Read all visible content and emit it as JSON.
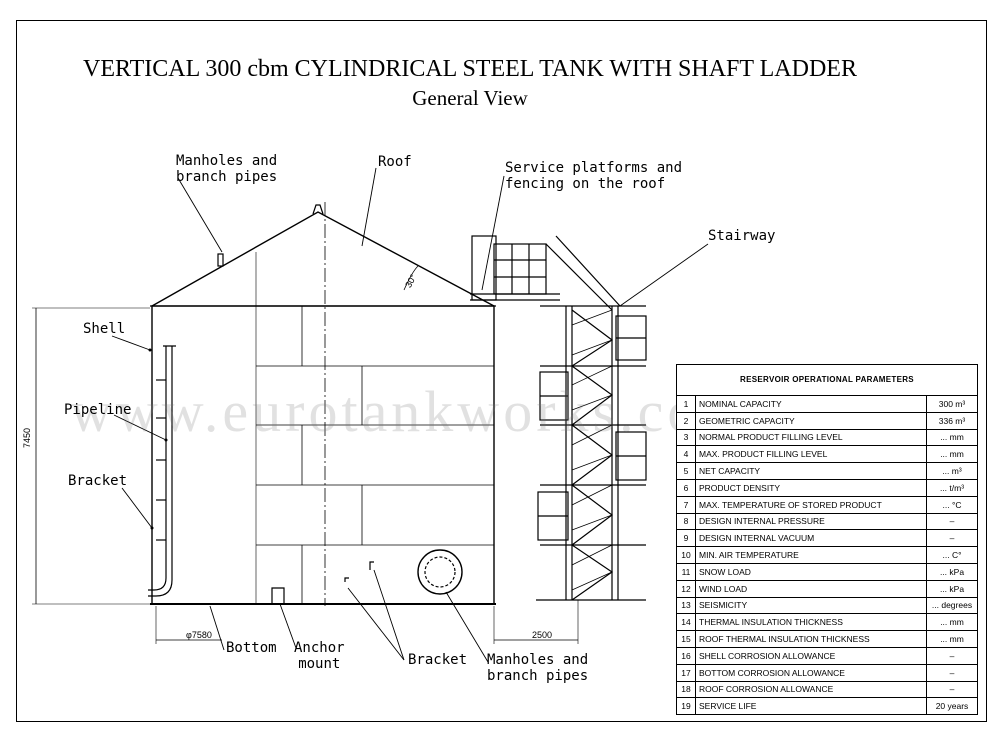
{
  "title": {
    "main": "VERTICAL 300 cbm CYLINDRICAL STEEL TANK WITH SHAFT  LADDER",
    "sub": "General View"
  },
  "watermark": "www.eurotankworks.com",
  "labels": {
    "manholes_top": "Manholes and\nbranch pipes",
    "roof": "Roof",
    "platforms": "Service platforms and\nfencing on the roof",
    "stairway": "Stairway",
    "shell": "Shell",
    "pipeline": "Pipeline",
    "bracket_left": "Bracket",
    "bottom": "Bottom",
    "anchor": "Anchor\nmount",
    "bracket_bottom": "Bracket",
    "manholes_bottom": "Manholes and\nbranch pipes"
  },
  "dimensions": {
    "height": "7450",
    "diameter": "φ7580",
    "stair_offset": "2500",
    "roof_angle": "30°"
  },
  "parameters_table": {
    "title": "RESERVOIR OPERATIONAL PARAMETERS",
    "rows": [
      {
        "n": "1",
        "name": "NOMINAL CAPACITY",
        "value": "300 m³"
      },
      {
        "n": "2",
        "name": "GEOMETRIC CAPACITY",
        "value": "336 m³"
      },
      {
        "n": "3",
        "name": "NORMAL PRODUCT FILLING LEVEL",
        "value": "... mm"
      },
      {
        "n": "4",
        "name": "MAX. PRODUCT FILLING LEVEL",
        "value": "... mm"
      },
      {
        "n": "5",
        "name": "NET CAPACITY",
        "value": "... m³"
      },
      {
        "n": "6",
        "name": "PRODUCT DENSITY",
        "value": "... t/m³"
      },
      {
        "n": "7",
        "name": "MAX. TEMPERATURE OF STORED PRODUCT",
        "value": "... °C"
      },
      {
        "n": "8",
        "name": "DESIGN INTERNAL PRESSURE",
        "value": "–"
      },
      {
        "n": "9",
        "name": " DESIGN INTERNAL VACUUM",
        "value": "–"
      },
      {
        "n": "10",
        "name": "MIN. AIR TEMPERATURE",
        "value": "... C°"
      },
      {
        "n": "11",
        "name": "SNOW LOAD",
        "value": "... kPa"
      },
      {
        "n": "12",
        "name": "WIND LOAD",
        "value": "... kPa"
      },
      {
        "n": "13",
        "name": "SEISMICITY",
        "value": "... degrees"
      },
      {
        "n": "14",
        "name": "THERMAL INSULATION THICKNESS",
        "value": "... mm"
      },
      {
        "n": "15",
        "name": "ROOF THERMAL INSULATION THICKNESS",
        "value": "... mm"
      },
      {
        "n": "16",
        "name": "SHELL CORROSION ALLOWANCE",
        "value": "–"
      },
      {
        "n": "17",
        "name": " BOTTOM CORROSION ALLOWANCE",
        "value": "–"
      },
      {
        "n": "18",
        "name": "ROOF CORROSION ALLOWANCE",
        "value": "–"
      },
      {
        "n": "19",
        "name": "SERVICE LIFE",
        "value": "20 years"
      }
    ]
  }
}
